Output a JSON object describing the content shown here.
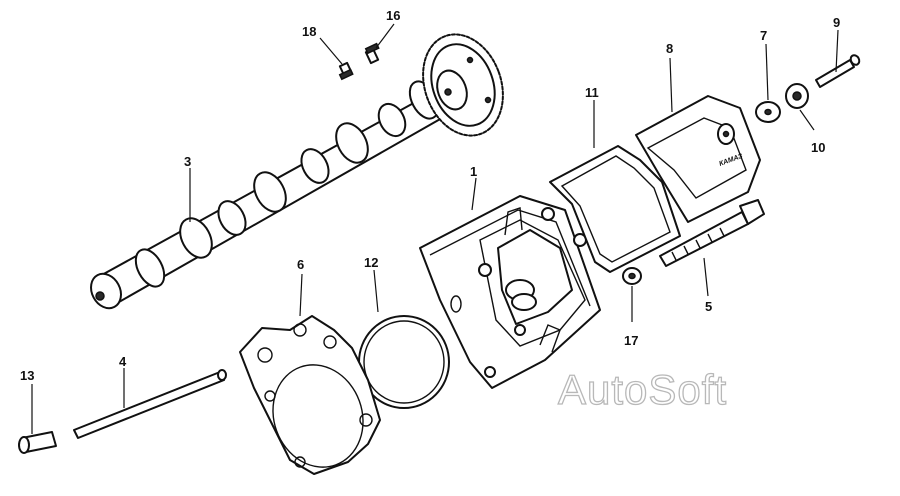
{
  "callouts": {
    "c1": "1",
    "c3": "3",
    "c4": "4",
    "c5": "5",
    "c6": "6",
    "c7": "7",
    "c8": "8",
    "c9": "9",
    "c10": "10",
    "c11": "11",
    "c12": "12",
    "c13": "13",
    "c16": "16",
    "c17": "17",
    "c18": "18"
  },
  "cover_brand": "КАМАЗ",
  "watermark": "AutoSoft"
}
